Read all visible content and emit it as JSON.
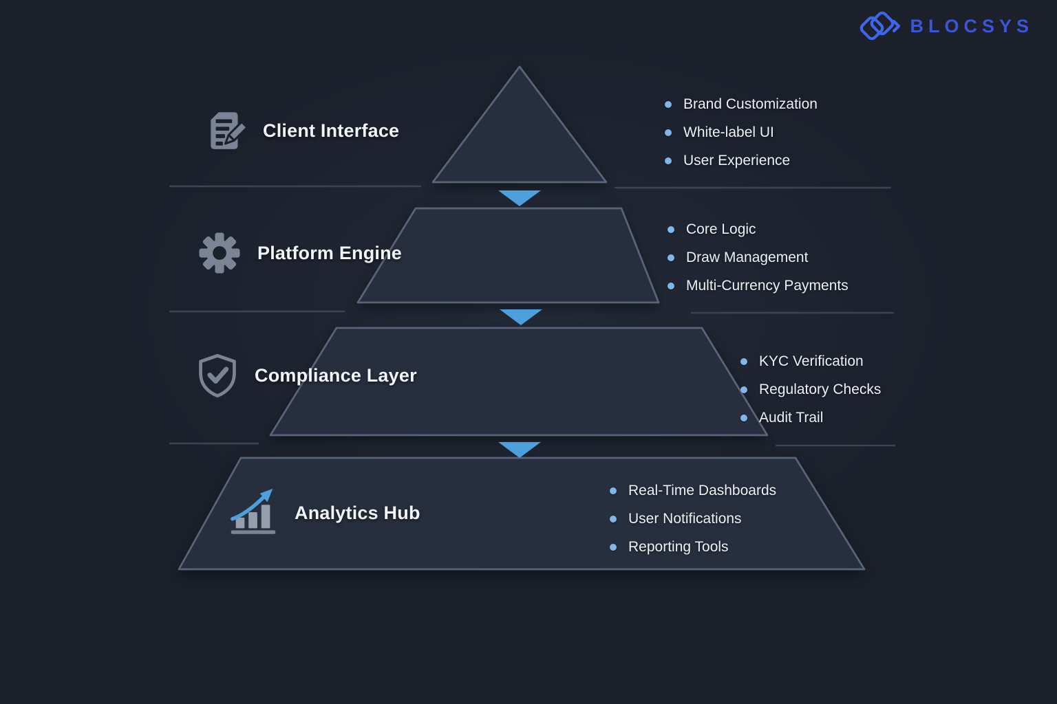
{
  "logo": {
    "text": "BLOCSYS"
  },
  "theme": {
    "background": "#1b202b",
    "bg_glow": "#232a38",
    "panel_fill": "#272e3d",
    "panel_stroke": "#59637a",
    "arrow_blue": "#4da0dc",
    "bullet_blue": "#82b6e8",
    "icon_gray": "#7b8494",
    "icon_light": "#969eac",
    "divider": "#3e4657",
    "logo_blue": "#3f66ea",
    "logo_text": "#3b55d6",
    "text_white": "#f2f4f8"
  },
  "layers": [
    {
      "title": "Client Interface",
      "icon": "document-edit-icon",
      "bullets": [
        "Brand Customization",
        "White-label UI",
        "User Experience"
      ]
    },
    {
      "title": "Platform Engine",
      "icon": "gear-icon",
      "bullets": [
        "Core Logic",
        "Draw Management",
        "Multi-Currency Payments"
      ]
    },
    {
      "title": "Compliance Layer",
      "icon": "shield-check-icon",
      "bullets": [
        "KYC Verification",
        "Regulatory Checks",
        "Audit Trail"
      ]
    },
    {
      "title": "Analytics Hub",
      "icon": "bar-chart-icon",
      "bullets": [
        "Real-Time Dashboards",
        "User Notifications",
        "Reporting Tools"
      ]
    }
  ]
}
